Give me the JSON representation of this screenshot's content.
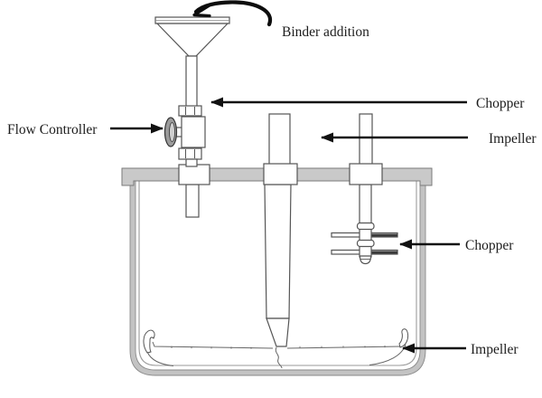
{
  "labels": {
    "binder_addition": "Binder addition",
    "chopper_top": "Chopper",
    "flow_controller": "Flow Controller",
    "impeller_top": "Impeller",
    "chopper_bottom": "Chopper",
    "impeller_bottom": "Impeller"
  },
  "components": {
    "funnel": "binder-addition-funnel",
    "valve": "flow-controller-valve",
    "plate": "mounting-plate",
    "vessel": "mixing-vessel",
    "impeller_shaft": "impeller-shaft",
    "chopper_shaft": "chopper-shaft",
    "impeller_blade": "impeller-blade",
    "chopper_blades": "chopper-blades"
  },
  "colors": {
    "background": "#ffffff",
    "outline": "#4d4d4d",
    "arrow": "#111111",
    "text": "#1c1c1c",
    "plate_fill": "#c9c9c9",
    "vessel_wall_fill": "#c3c3c3",
    "handwheel_fill": "#9b9b9b",
    "handwheel_hub_fill": "#cfcfcf",
    "dark_blade_fill": "#3a3a3a"
  }
}
